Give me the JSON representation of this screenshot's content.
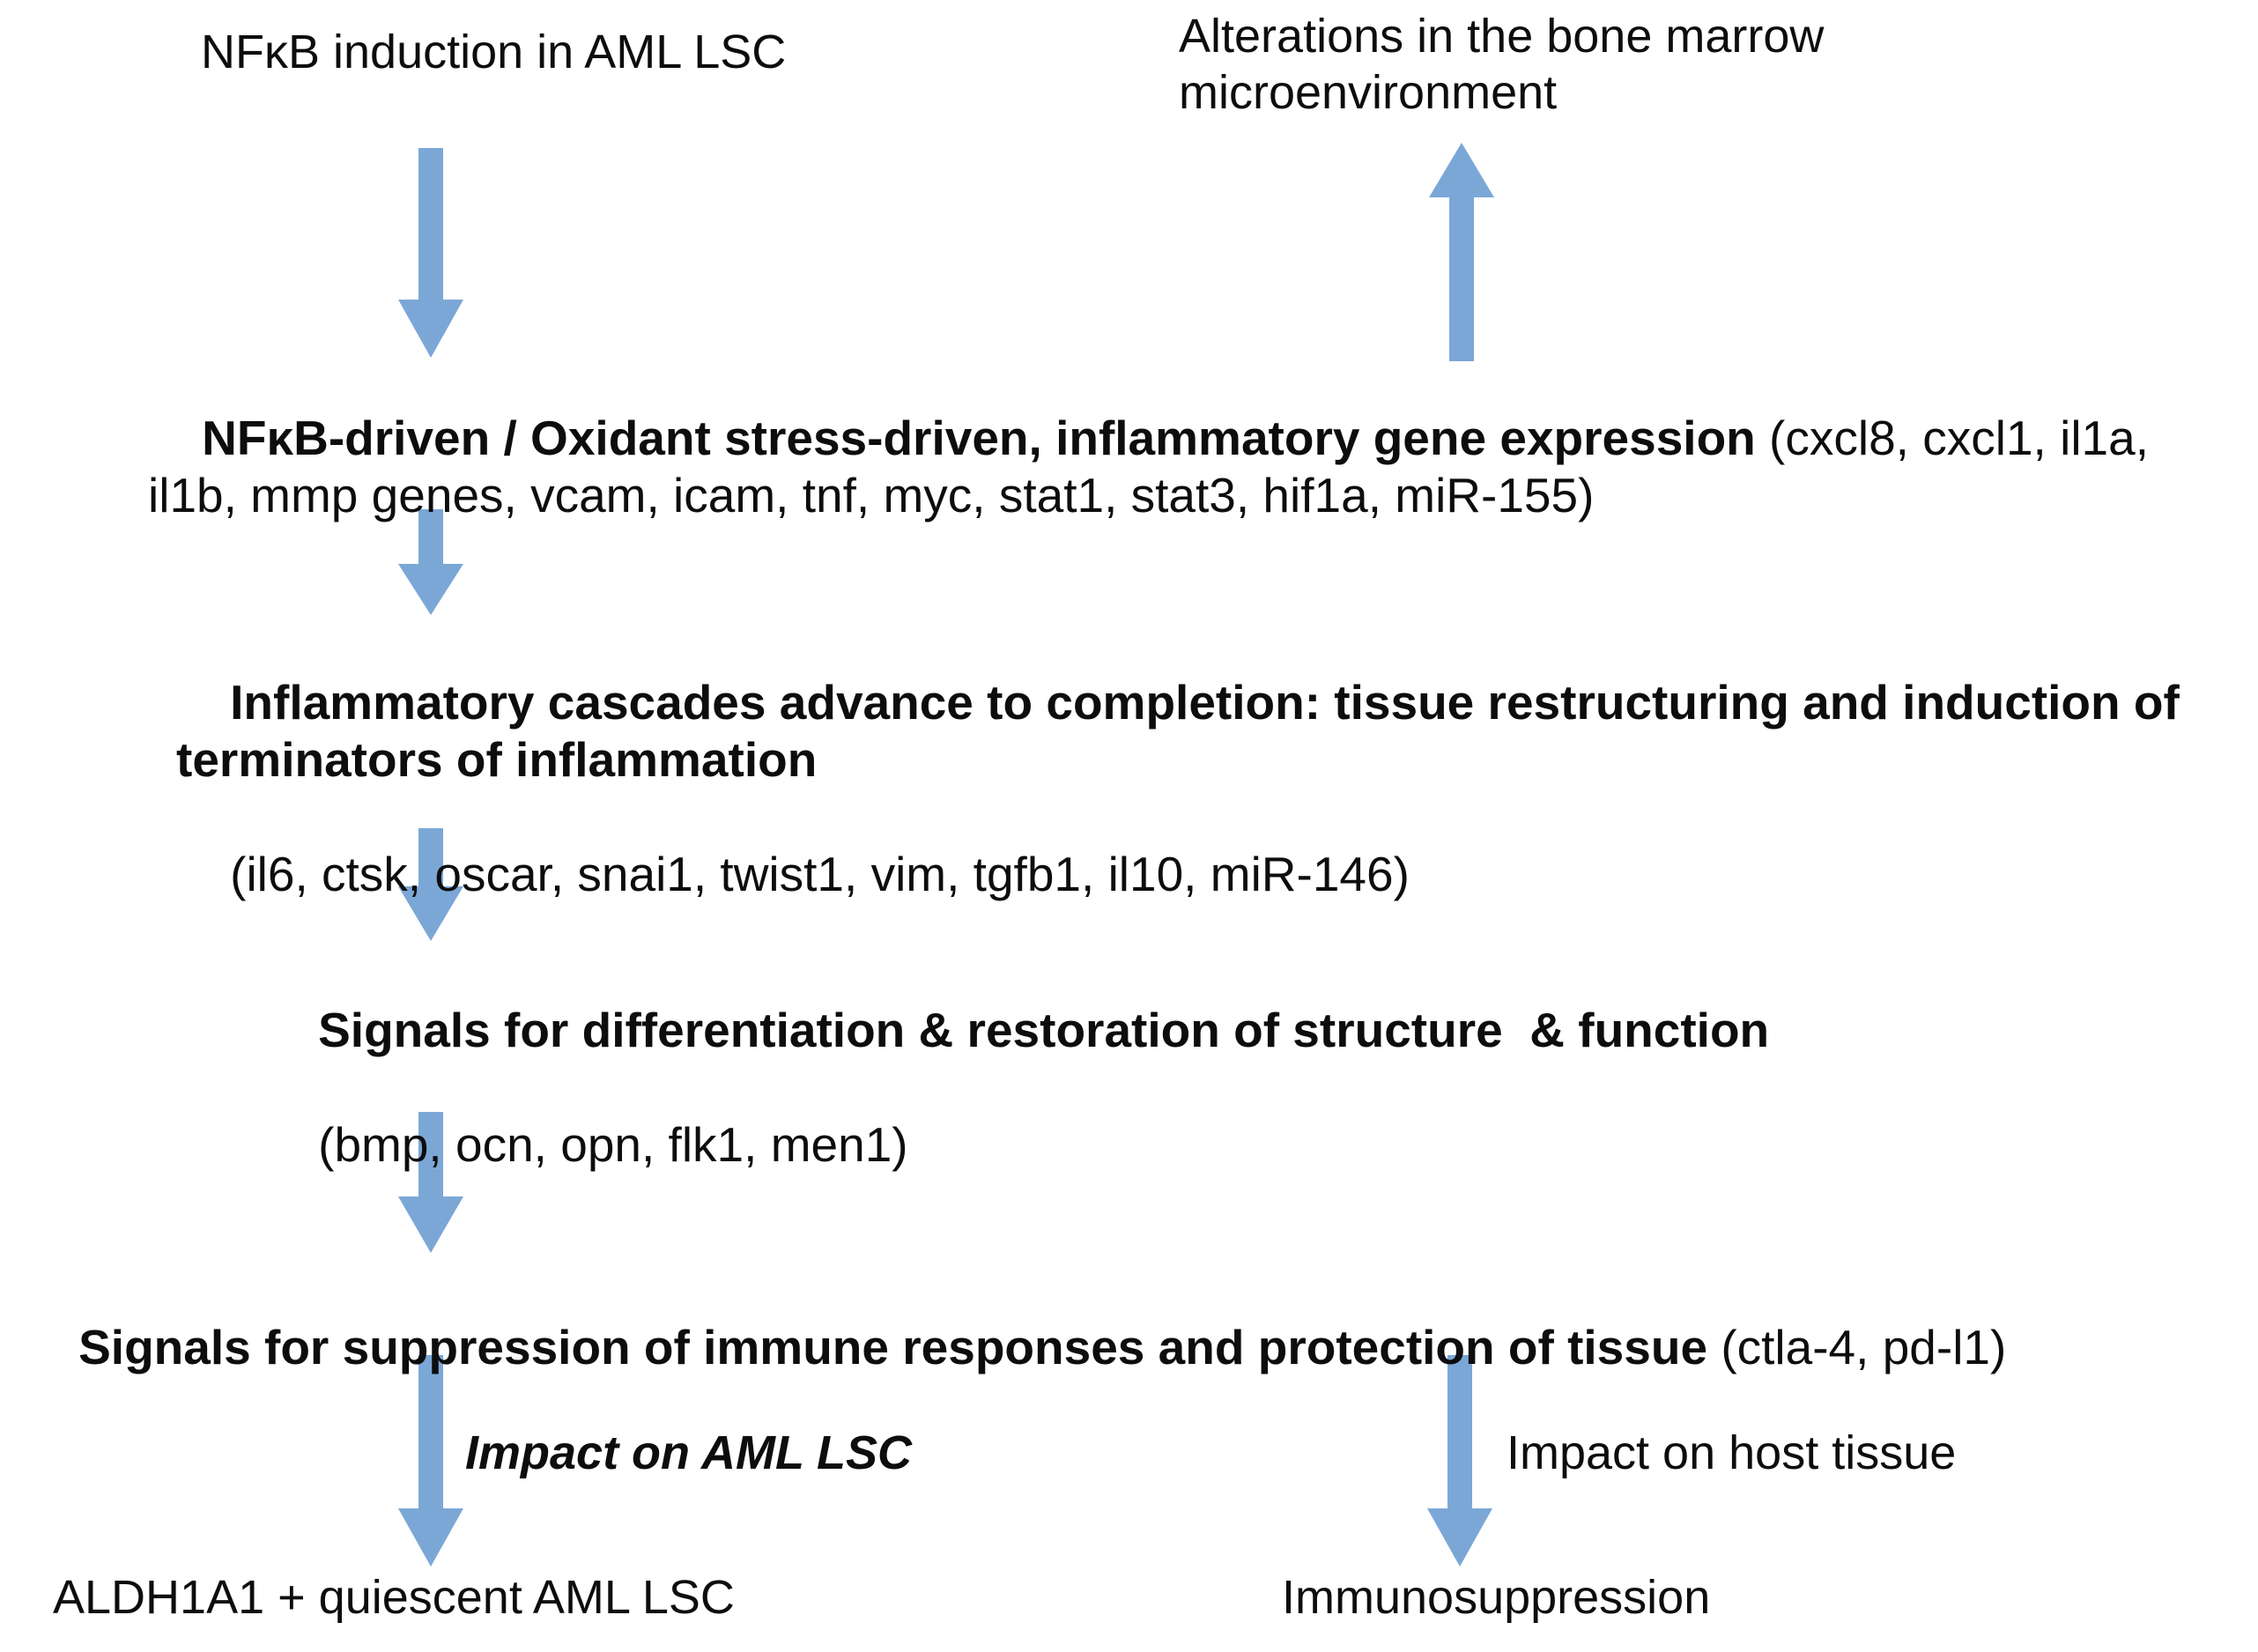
{
  "diagram": {
    "title_left": "NFκB induction in AML LSC",
    "title_right": "Alterations in the bone marrow microenvironment",
    "blocks": {
      "gene_expression": {
        "bold": "NFκB-driven / Oxidant stress-driven, inflammatory gene expression",
        "genes": " (cxcl8, cxcl1, il1a, il1b, mmp genes, vcam, icam, tnf, myc, stat1, stat3, hif1a, miR-155)"
      },
      "cascades": {
        "bold": "Inflammatory cascades advance to completion: tissue restructuring and induction of terminators of inflammation",
        "genes": "(il6, ctsk, oscar, snai1, twist1, vim, tgfb1, il10, miR-146)"
      },
      "differentiation": {
        "bold": "Signals for differentiation & restoration of structure  & function",
        "genes": "(bmp, ocn, opn, flk1, men1)"
      },
      "suppression": {
        "bold": "Signals for suppression of immune responses and protection of tissue",
        "genes": " (ctla-4, pd-l1)"
      }
    },
    "labels": {
      "impact_lsc": "Impact on AML LSC",
      "impact_host": "Impact on host tissue"
    },
    "outcomes": {
      "lsc": "ALDH1A1 + quiescent AML LSC",
      "immunosuppression": "Immunosuppression"
    },
    "arrow_color": "#7BA7D7",
    "text_color": "#0D0D0D",
    "background_color": "#FFFFFF"
  }
}
